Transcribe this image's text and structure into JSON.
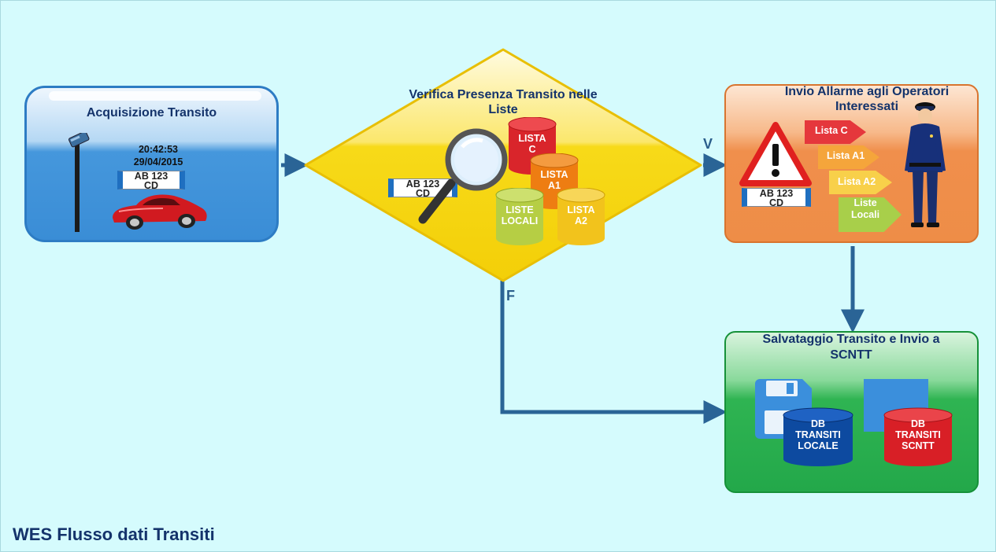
{
  "footer_title": "WES Flusso dati Transiti",
  "acquisition": {
    "title": "Acquisizione Transito",
    "time": "20:42:53",
    "date": "29/04/2015",
    "plate_line1": "AB 123",
    "plate_line2": "CD"
  },
  "verification": {
    "title_line1": "Verifica Presenza Transito nelle",
    "title_line2": "Liste",
    "plate_line1": "AB 123",
    "plate_line2": "CD",
    "lists": {
      "c": {
        "line1": "LISTA",
        "line2": "C"
      },
      "a1": {
        "line1": "LISTA",
        "line2": "A1"
      },
      "locali": {
        "line1": "LISTE",
        "line2": "LOCALI"
      },
      "a2": {
        "line1": "LISTA",
        "line2": "A2"
      }
    }
  },
  "alarm": {
    "title_line1": "Invio Allarme agli Operatori",
    "title_line2": "Interessati",
    "plate_line1": "AB 123",
    "plate_line2": "CD",
    "arrows": {
      "c": "Lista C",
      "a1": "Lista A1",
      "a2": "Lista A2",
      "locali_line1": "Liste",
      "locali_line2": "Locali"
    }
  },
  "save": {
    "title_line1": "Salvataggio Transito e Invio a",
    "title_line2": "SCNTT",
    "db_local": {
      "line1": "DB",
      "line2": "TRANSITI",
      "line3": "LOCALE"
    },
    "db_scntt": {
      "line1": "DB",
      "line2": "TRANSITI",
      "line3": "SCNTT"
    }
  },
  "flow_labels": {
    "true": "V",
    "false": "F"
  },
  "colors": {
    "background": "#d5fbfd",
    "flow_arrow": "#2a6496",
    "acquisition_box": "#3d92d8",
    "alarm_box": "#ee8d47",
    "save_box": "#23a84a",
    "diamond": "#f5d90f",
    "lista_c": "#d9252b",
    "lista_a1": "#ee7d12",
    "liste_locali": "#b6ce44",
    "lista_a2": "#f2c31c",
    "db_local": "#0d4aa0",
    "db_scntt": "#d81f26"
  },
  "icons": [
    "traffic-camera-icon",
    "red-car-icon",
    "magnifier-icon",
    "warning-triangle-icon",
    "police-officer-icon",
    "floppy-disk-icon",
    "square-block-icon"
  ]
}
